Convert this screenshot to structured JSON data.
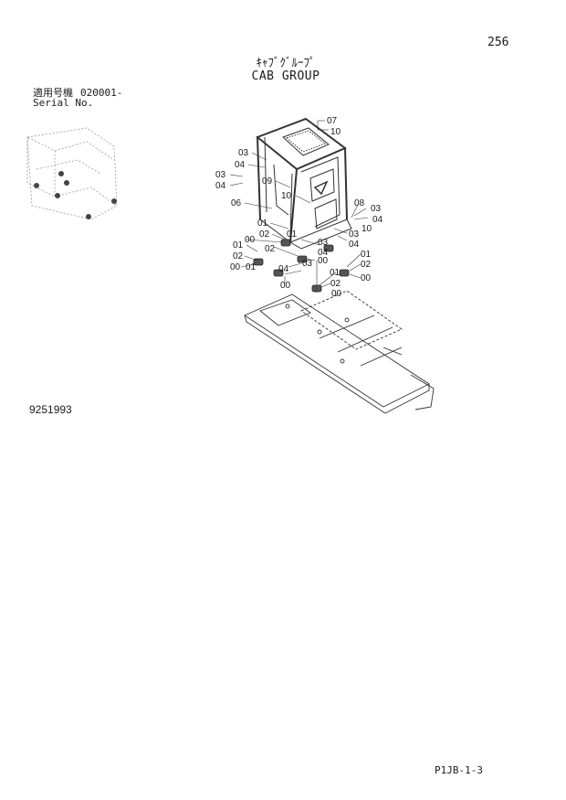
{
  "header": {
    "page_number": "256",
    "title_jp": "ｷｬﾌﾞｸﾞﾙｰﾌﾟ",
    "title_en": "CAB GROUP"
  },
  "serial": {
    "label_jp": "適用号機",
    "range": "020001-",
    "label_en": "Serial No."
  },
  "doc_code": "9251993",
  "footer_code": "P1JB-1-3",
  "callouts": {
    "c07": "07",
    "c10a": "10",
    "c03a": "03",
    "c04a": "04",
    "c03b": "03",
    "c04b": "04",
    "c09": "09",
    "c10b": "10",
    "c06": "06",
    "c08": "08",
    "c03c": "03",
    "c04c": "04",
    "c10c": "10",
    "c01a": "01",
    "c02a": "02",
    "c01b": "01",
    "c03d": "03",
    "c04d": "04",
    "c03e": "03",
    "c04e": "04",
    "c00a": "00",
    "c01c": "01",
    "c02b": "02",
    "c00b": "00",
    "c01d": "01",
    "c02c": "02",
    "c04f": "04",
    "c03f": "03",
    "c00c": "00",
    "c01e": "01",
    "c02d": "02",
    "c00d": "00",
    "c01f": "01",
    "c02e": "02",
    "c00e": "00",
    "c00f": "00"
  }
}
